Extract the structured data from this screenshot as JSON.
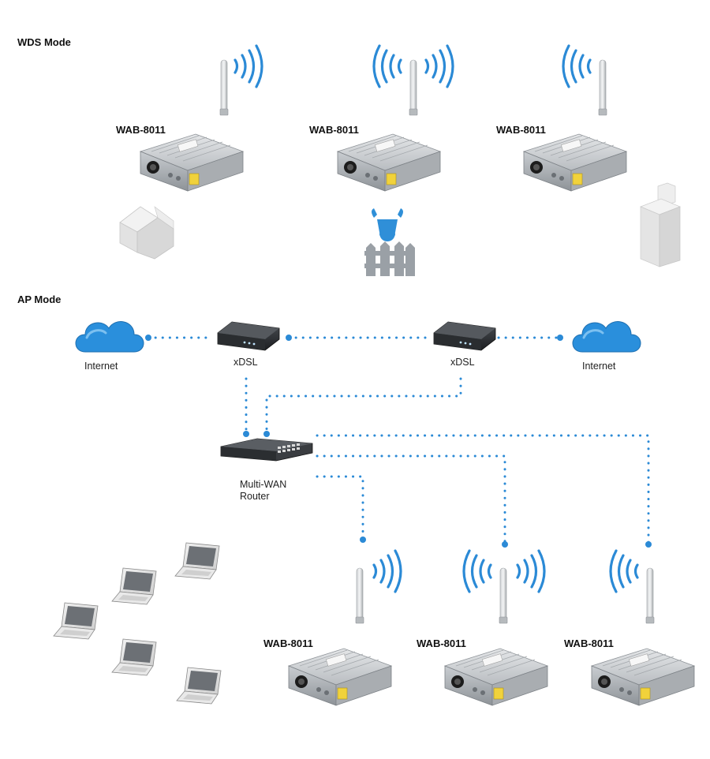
{
  "sections": {
    "wds_title": "WDS Mode",
    "ap_title": "AP Mode"
  },
  "wds": {
    "devices": [
      {
        "label": "WAB-8011"
      },
      {
        "label": "WAB-8011"
      },
      {
        "label": "WAB-8011"
      }
    ]
  },
  "ap": {
    "internet_left": "Internet",
    "internet_right": "Internet",
    "modem_left": "xDSL",
    "modem_right": "xDSL",
    "router_line1": "Multi-WAN",
    "router_line2": "Router",
    "devices": [
      {
        "label": "WAB-8011"
      },
      {
        "label": "WAB-8011"
      },
      {
        "label": "WAB-8011"
      }
    ]
  },
  "colors": {
    "signal": "#2b8ad6",
    "cloud": "#2a8fdc",
    "dotted_link": "#2b8ad6",
    "building": "#e6e6e6",
    "farm_icon": "#9aa0a6",
    "bull_icon": "#2f8fd8"
  }
}
